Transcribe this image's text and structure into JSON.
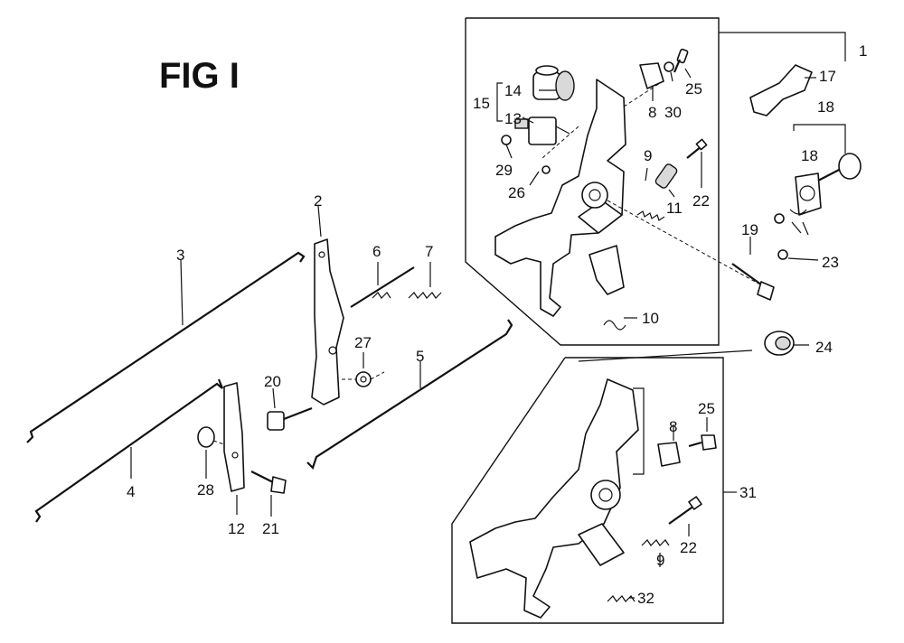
{
  "figure": {
    "title": "FIG I"
  },
  "callouts": {
    "c1": "1",
    "c2": "2",
    "c3": "3",
    "c4": "4",
    "c5": "5",
    "c6": "6",
    "c7": "7",
    "c8a": "8",
    "c8b": "8",
    "c9a": "9",
    "c9b": "9",
    "c10": "10",
    "c11": "11",
    "c12": "12",
    "c13": "13",
    "c14": "14",
    "c15": "15",
    "c17": "17",
    "c18a": "18",
    "c18b": "18",
    "c19": "19",
    "c20": "20",
    "c21": "21",
    "c22a": "22",
    "c22b": "22",
    "c23": "23",
    "c24": "24",
    "c25a": "25",
    "c25b": "25",
    "c26": "26",
    "c27": "27",
    "c28": "28",
    "c29": "29",
    "c30": "30",
    "c31": "31",
    "c32": "32"
  }
}
